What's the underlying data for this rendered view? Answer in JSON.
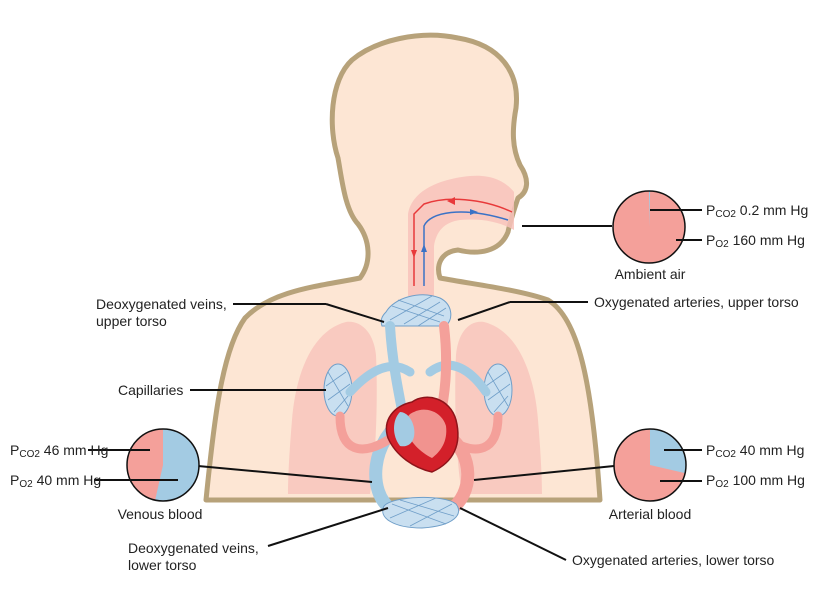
{
  "labels": {
    "deoxy_veins_upper_1": "Deoxygenated veins,",
    "deoxy_veins_upper_2": "upper torso",
    "oxy_arteries_upper": "Oxygenated arteries, upper torso",
    "capillaries": "Capillaries",
    "deoxy_veins_lower_1": "Deoxygenated veins,",
    "deoxy_veins_lower_2": "lower torso",
    "oxy_arteries_lower": "Oxygenated arteries, lower torso"
  },
  "pressure_labels": {
    "p": "P",
    "co2": "CO2",
    "o2": "O2"
  },
  "ambient_air": {
    "name": "Ambient air",
    "pco2": "0.2 mm Hg",
    "po2": "160 mm Hg",
    "o2_fraction": 0.995
  },
  "venous_blood": {
    "name": "Venous blood",
    "pco2": "46 mm Hg",
    "po2": "40 mm Hg",
    "o2_fraction": 0.465
  },
  "arterial_blood": {
    "name": "Arterial blood",
    "pco2": "40 mm Hg",
    "po2": "100 mm Hg",
    "o2_fraction": 0.714
  },
  "colors": {
    "outline": "#b7a27a",
    "skin": "#fde6d4",
    "lung": "#f6b8b2",
    "oxygenated": "#f4a09a",
    "deoxygenated": "#a3cbe3",
    "heart": "#d3202a",
    "airway": "#f8c2bb",
    "arrow_red": "#e8393a",
    "arrow_blue": "#3a72c6",
    "line": "#111111"
  }
}
